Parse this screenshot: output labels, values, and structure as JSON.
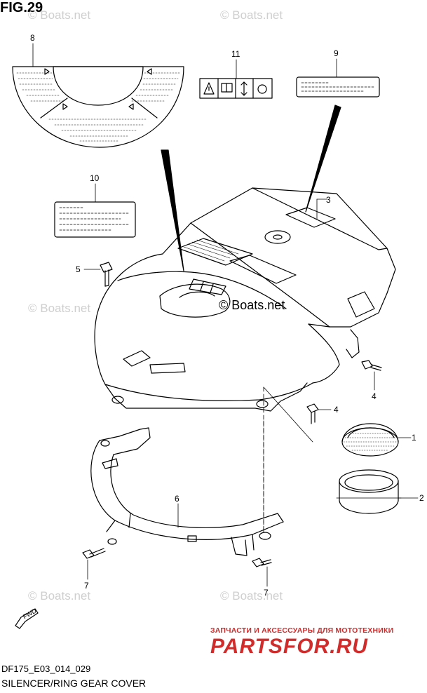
{
  "figure": {
    "title": "FIG.29",
    "code": "DF175_E03_014_029",
    "caption": "SILENCER/RING GEAR COVER",
    "copyright": "© Boats.net",
    "watermark": "© Boats.net"
  },
  "callouts": [
    "1",
    "2",
    "3",
    "4",
    "4",
    "5",
    "6",
    "7",
    "7",
    "8",
    "9",
    "10",
    "11"
  ],
  "fwd_label": "FWD",
  "store": {
    "line": "ЗАПЧАСТИ И АКСЕССУАРЫ ДЛЯ МОТОТЕХНИКИ",
    "logo": "PARTSFOR.RU",
    "color": "#d12c2c"
  },
  "colors": {
    "line": "#000000",
    "watermark": "#cfcfcf"
  }
}
